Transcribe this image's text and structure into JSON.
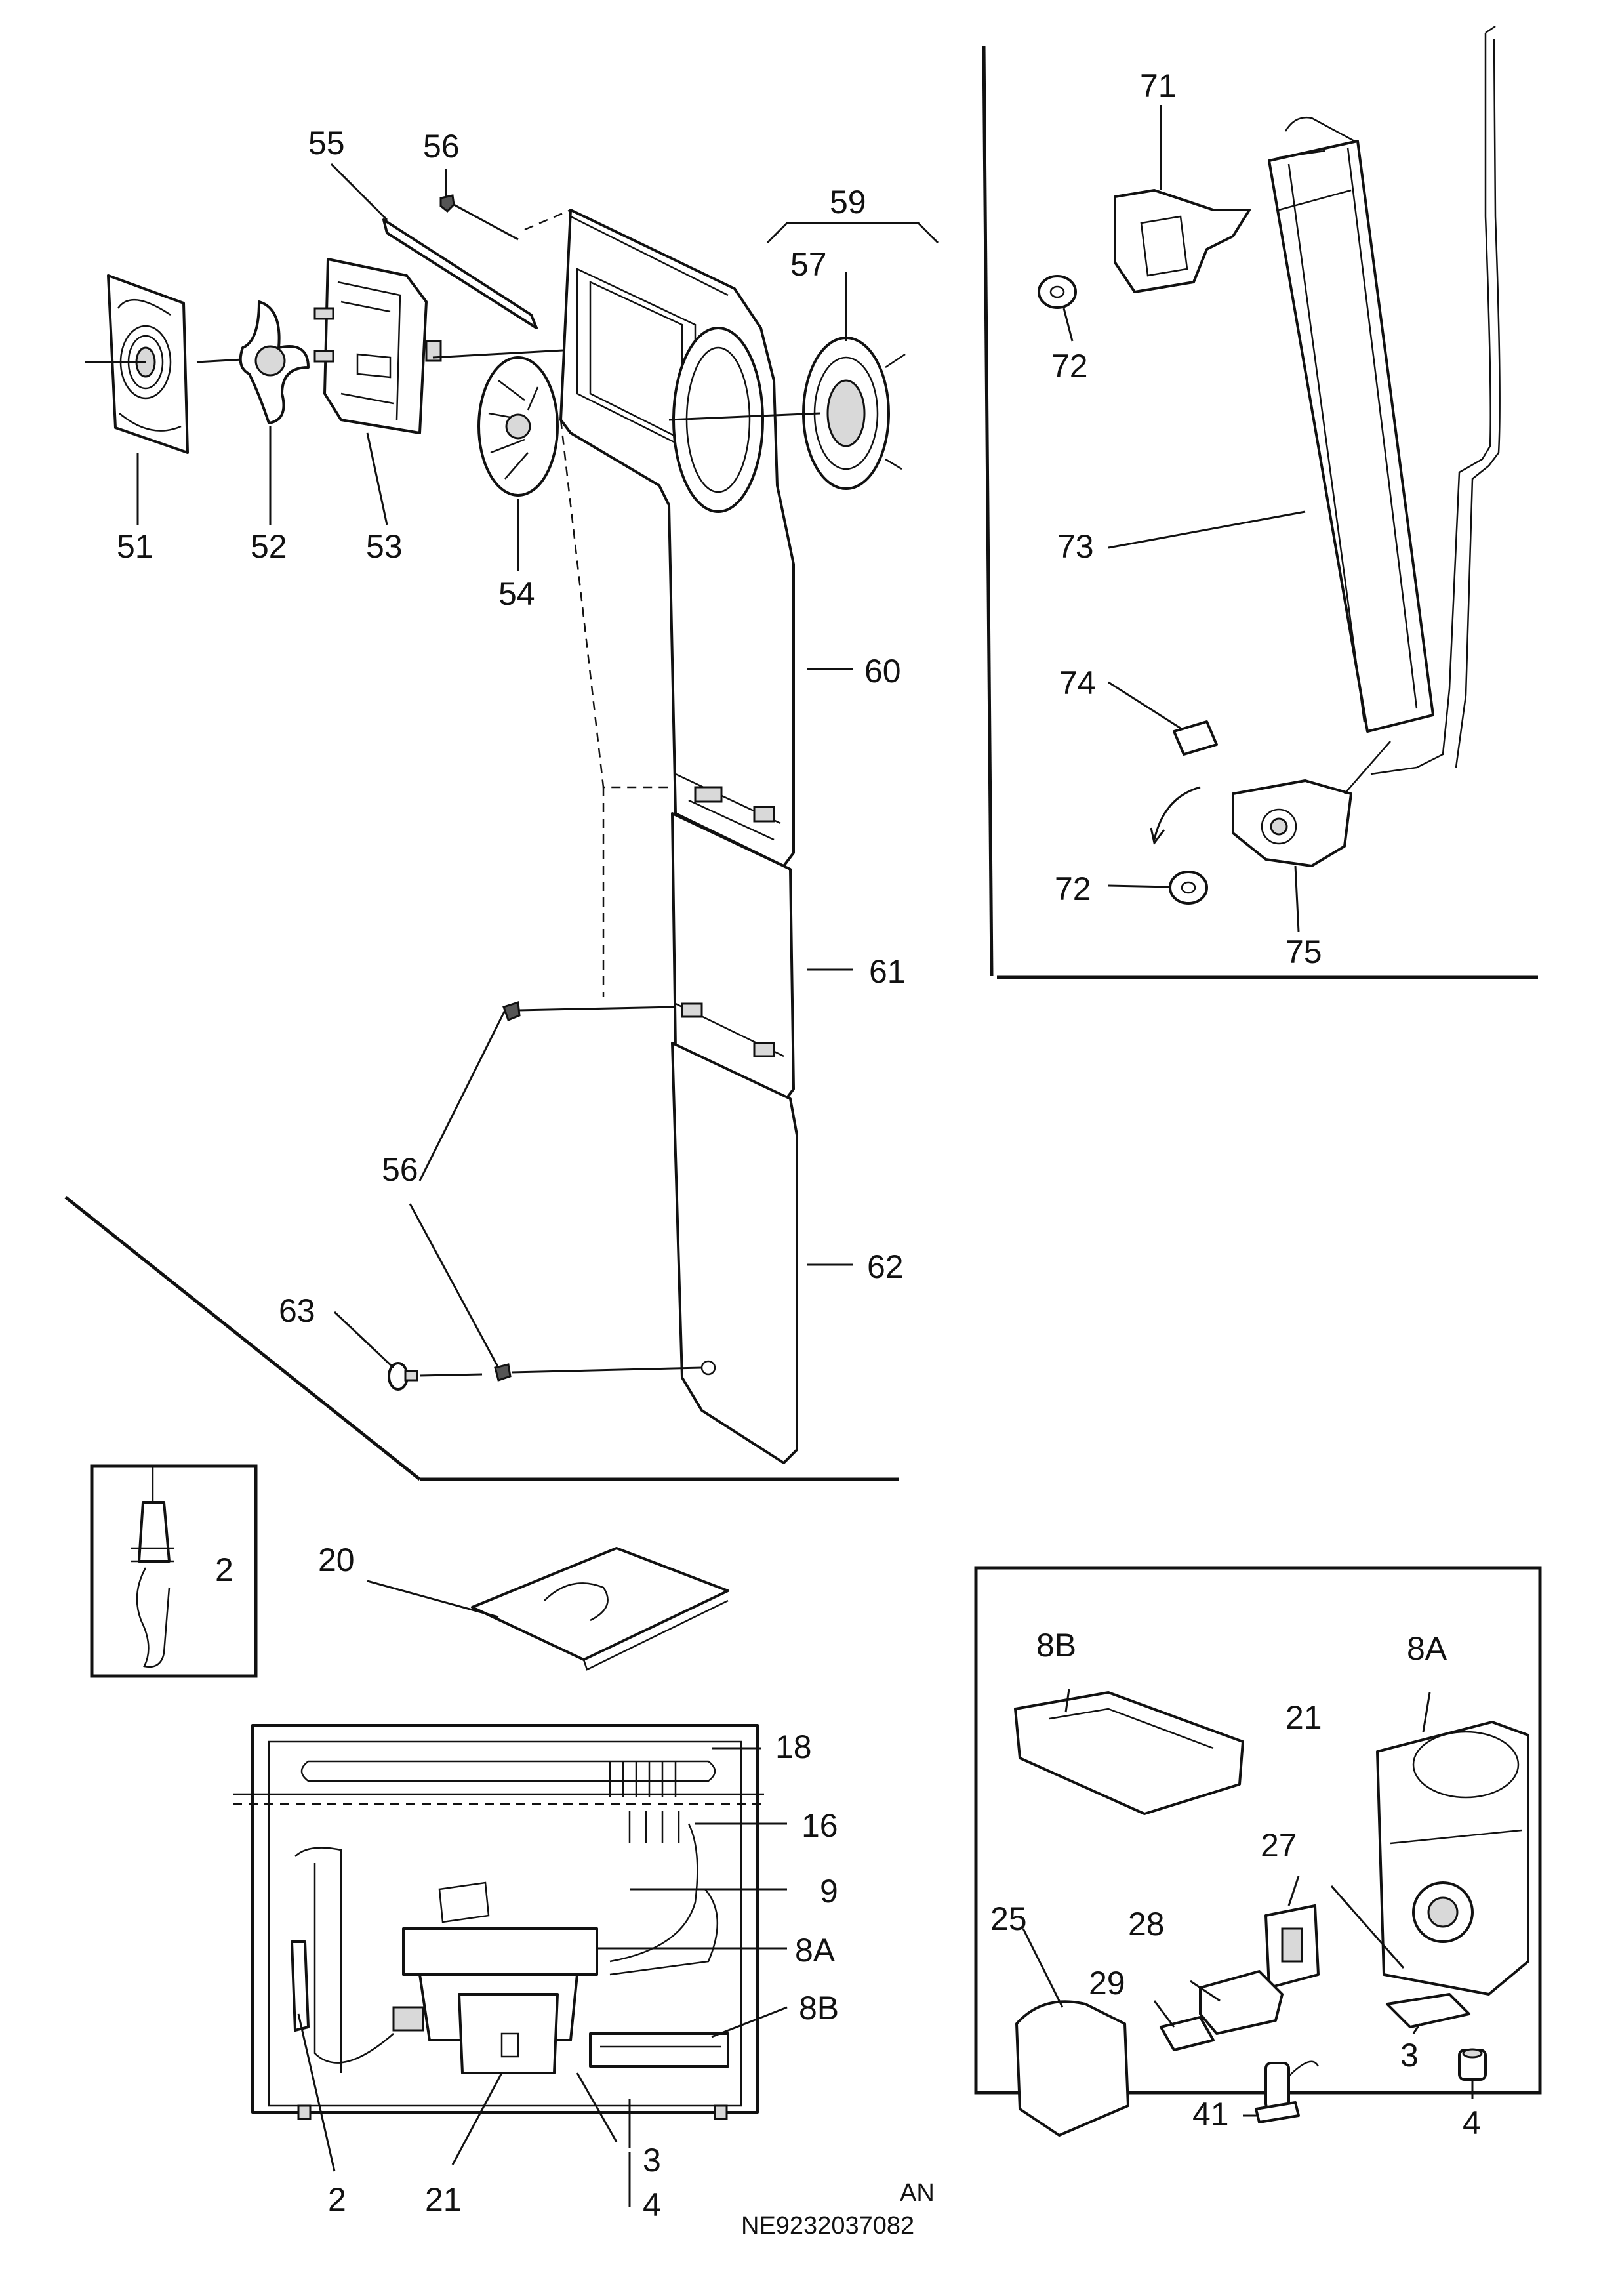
{
  "labels": {
    "l51": "51",
    "l52": "52",
    "l53": "53",
    "l54": "54",
    "l55": "55",
    "l56a": "56",
    "l56b": "56",
    "l57": "57",
    "l59": "59",
    "l60": "60",
    "l61": "61",
    "l62": "62",
    "l63": "63",
    "l71": "71",
    "l72a": "72",
    "l72b": "72",
    "l73": "73",
    "l74": "74",
    "l75": "75",
    "l2a": "2",
    "l20": "20",
    "l18": "18",
    "l16": "16",
    "l9": "9",
    "l8A": "8A",
    "l8B": "8B",
    "l2b": "2",
    "l21": "21",
    "l3": "3",
    "l4": "4",
    "l8Bi": "8B",
    "l8Ai": "8A",
    "l21i": "21",
    "l27": "27",
    "l28": "28",
    "l25": "25",
    "l29": "29",
    "l3i": "3",
    "l41": "41",
    "l4i": "4"
  },
  "footer": {
    "line1": "AN",
    "line2": "NE9232037082"
  }
}
